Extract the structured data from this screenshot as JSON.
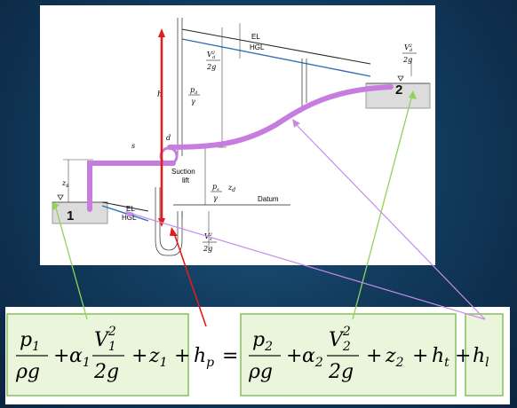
{
  "diagram": {
    "el_top": "EL",
    "hgl_top": "HGL",
    "el_bottom": "EL",
    "hgl_bottom": "HGL",
    "vd_num": "V",
    "vd_sub": "d",
    "vd_sup": "2",
    "vd_den": "2g",
    "pd_num": "p",
    "pd_sub": "d",
    "pd_den": "γ",
    "v2_num_top": "V",
    "v2_sub_top": "d",
    "v2_sup_top": "2",
    "v2_den_top": "2g",
    "ps_num": "p",
    "ps_sub": "s",
    "ps_den": "γ",
    "vs_num": "V",
    "vs_sub": "s",
    "vs_sup": "2",
    "vs_den": "2g",
    "h_label": "h",
    "d_label": "d",
    "s_label": "s",
    "zs_label": "z",
    "zs_sub": "s",
    "zd_label": "z",
    "zd_sub": "d",
    "suction": "Suction",
    "lift": "lift",
    "datum": "Datum",
    "res1": "1",
    "res2": "2"
  },
  "equation": {
    "p1": "p",
    "p1_sub": "1",
    "rho_g_1": "ρg",
    "plus": "+",
    "alpha1": "α",
    "alpha1_sub": "1",
    "V1": "V",
    "V1_sub": "1",
    "V1_sup": "2",
    "two_g_1": "2g",
    "z1": "z",
    "z1_sub": "1",
    "hp": "h",
    "hp_sub": "p",
    "equals": "=",
    "p2": "p",
    "p2_sub": "2",
    "rho_g_2": "ρg",
    "alpha2": "α",
    "alpha2_sub": "2",
    "V2": "V",
    "V2_sub": "2",
    "V2_sup": "2",
    "two_g_2": "2g",
    "z2": "z",
    "z2_sub": "2",
    "ht": "h",
    "ht_sub": "t",
    "hl": "h",
    "hl_sub": "l"
  },
  "colors": {
    "purple_pipe": "#c77de0",
    "red_arrow": "#e21b1b",
    "green_box": "#eaf5dc",
    "green_border": "#86c05a",
    "green_line": "#8fd35a",
    "violet_line": "#c98be8",
    "hgl_blue": "#2f6fb5"
  }
}
